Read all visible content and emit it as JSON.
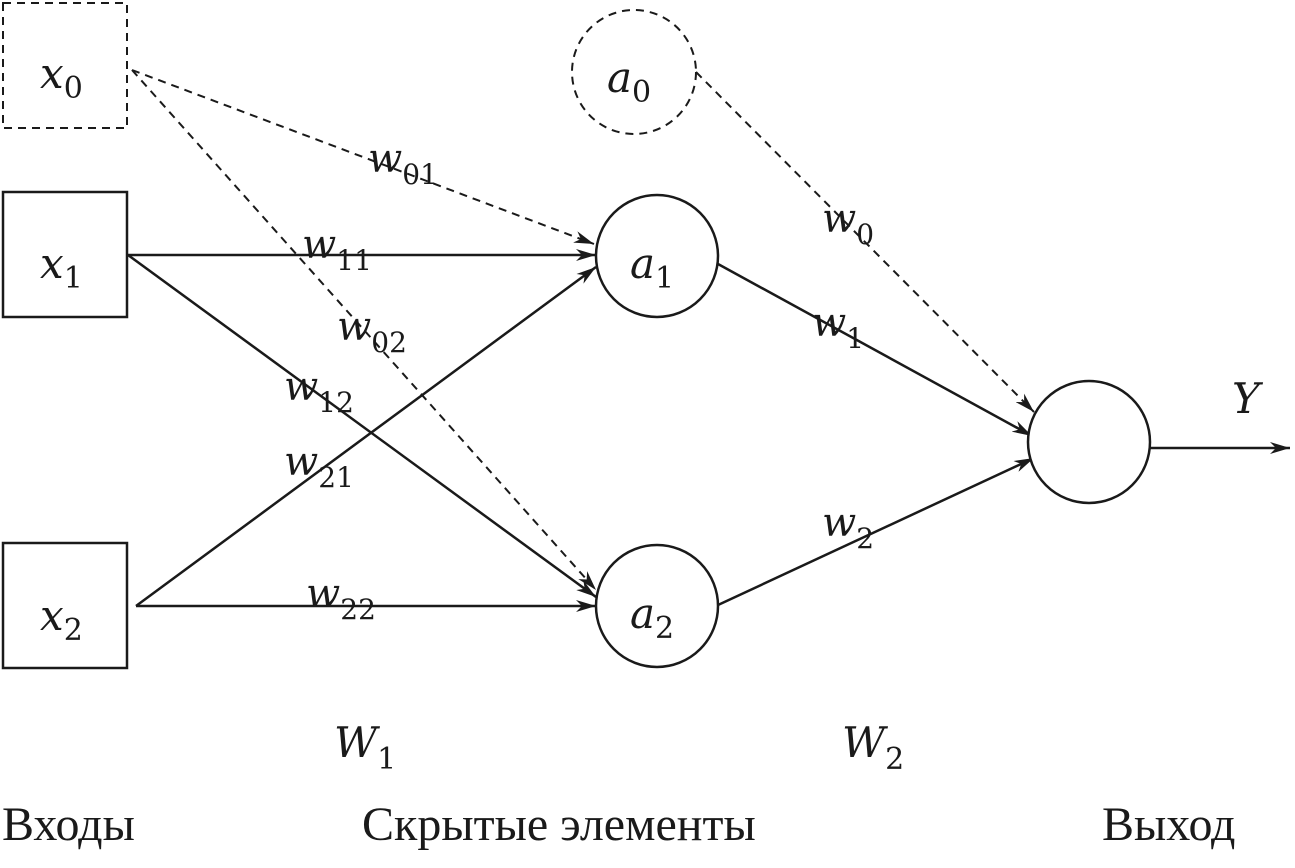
{
  "nodes": {
    "x0": {
      "main": "x",
      "sub": "0"
    },
    "x1": {
      "main": "x",
      "sub": "1"
    },
    "x2": {
      "main": "x",
      "sub": "2"
    },
    "a0": {
      "main": "a",
      "sub": "0"
    },
    "a1": {
      "main": "a",
      "sub": "1"
    },
    "a2": {
      "main": "a",
      "sub": "2"
    },
    "y": {
      "main": "Y"
    }
  },
  "weights": {
    "w01": {
      "main": "w",
      "sub": "01"
    },
    "w11": {
      "main": "w",
      "sub": "11"
    },
    "w02": {
      "main": "w",
      "sub": "02"
    },
    "w12": {
      "main": "w",
      "sub": "12"
    },
    "w21": {
      "main": "w",
      "sub": "21"
    },
    "w22": {
      "main": "w",
      "sub": "22"
    },
    "w0": {
      "main": "w",
      "sub": "0"
    },
    "w1": {
      "main": "w",
      "sub": "1"
    },
    "w2": {
      "main": "w",
      "sub": "2"
    }
  },
  "matrices": {
    "W1": {
      "main": "W",
      "sub": "1"
    },
    "W2": {
      "main": "W",
      "sub": "2"
    }
  },
  "captions": {
    "inputs": "Входы",
    "hidden": "Скрытые элементы",
    "output": "Выход"
  }
}
